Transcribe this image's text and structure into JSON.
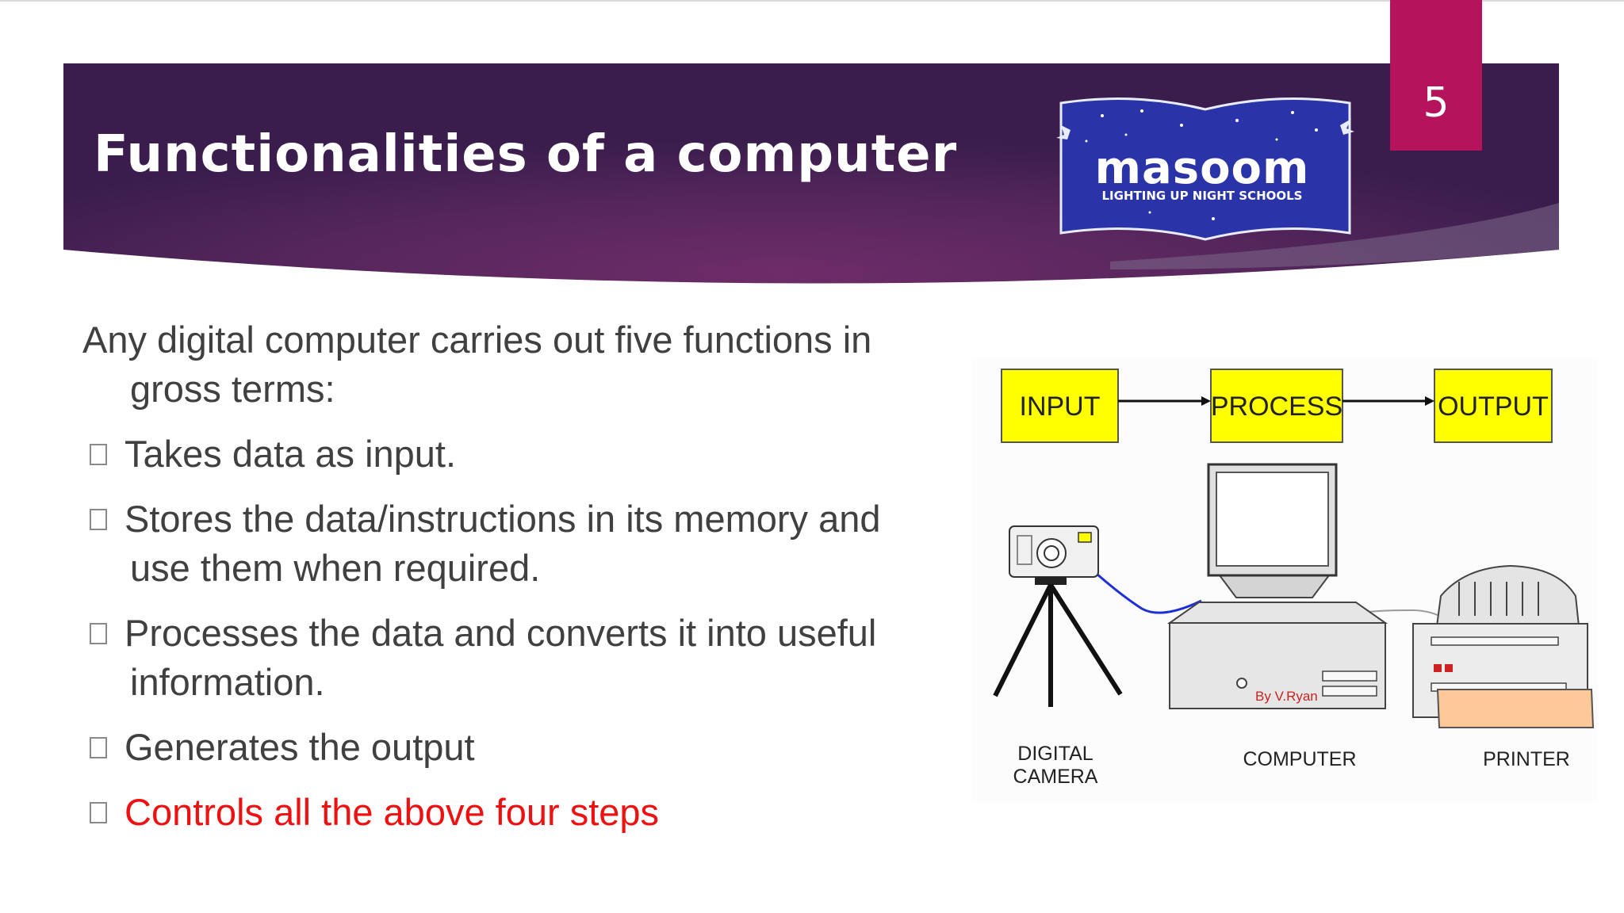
{
  "slide": {
    "title": "Functionalities of a computer",
    "slide_number": "5",
    "colors": {
      "banner_dark": "#3a1d4d",
      "banner_mid": "#6b2b68",
      "accent": "#b5145c",
      "body_text": "#404040",
      "highlight_text": "#ee1111"
    }
  },
  "logo": {
    "name": "masoom",
    "tagline": "LIGHTING UP NIGHT SCHOOLS"
  },
  "content": {
    "intro": "Any digital computer carries out five functions in gross terms:",
    "bullet_icon": "hollow-square-icon",
    "bullets": [
      {
        "text": "Takes data as input."
      },
      {
        "text": "Stores the data/instructions in its memory and",
        "text_cont": "use them when required."
      },
      {
        "text": "Processes the data and converts it into useful",
        "text_cont": "information."
      },
      {
        "text": "Generates the output"
      },
      {
        "text": "Controls all the above four steps",
        "highlight": true
      }
    ]
  },
  "diagram": {
    "flow_boxes": [
      "INPUT",
      "PROCESS",
      "OUTPUT"
    ],
    "flow_box_color": "#ffff00",
    "device_labels": {
      "camera_line1": "DIGITAL",
      "camera_line2": "CAMERA",
      "computer": "COMPUTER",
      "printer": "PRINTER"
    },
    "credit": "By V.Ryan",
    "cable_color": "#1f2fd8"
  }
}
